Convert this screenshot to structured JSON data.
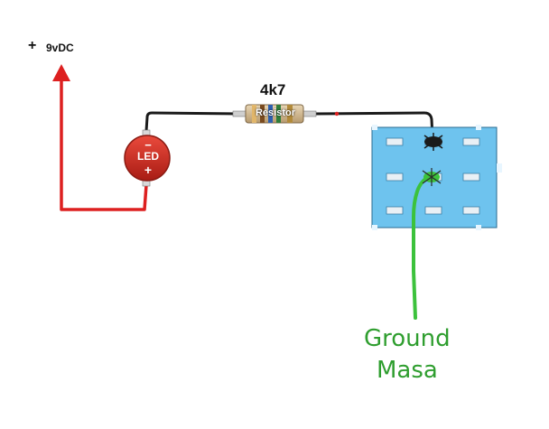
{
  "supply": {
    "sign": "+",
    "voltage": "9vDC"
  },
  "resistor": {
    "value": "4k7",
    "label": "Resistor"
  },
  "led": {
    "label": "LED",
    "minus": "−",
    "plus": "+"
  },
  "ground": {
    "line1": "Ground",
    "line2": "Masa"
  },
  "colors": {
    "positive_wire": "#dd2020",
    "signal_wire": "#1a1a1a",
    "ground_wire": "#3cc23c",
    "board": "#6ec3ee",
    "led_body": "#d42a20",
    "ground_text": "#2f9e2f"
  },
  "breadboard": {
    "rows": 3,
    "cols": 3
  }
}
